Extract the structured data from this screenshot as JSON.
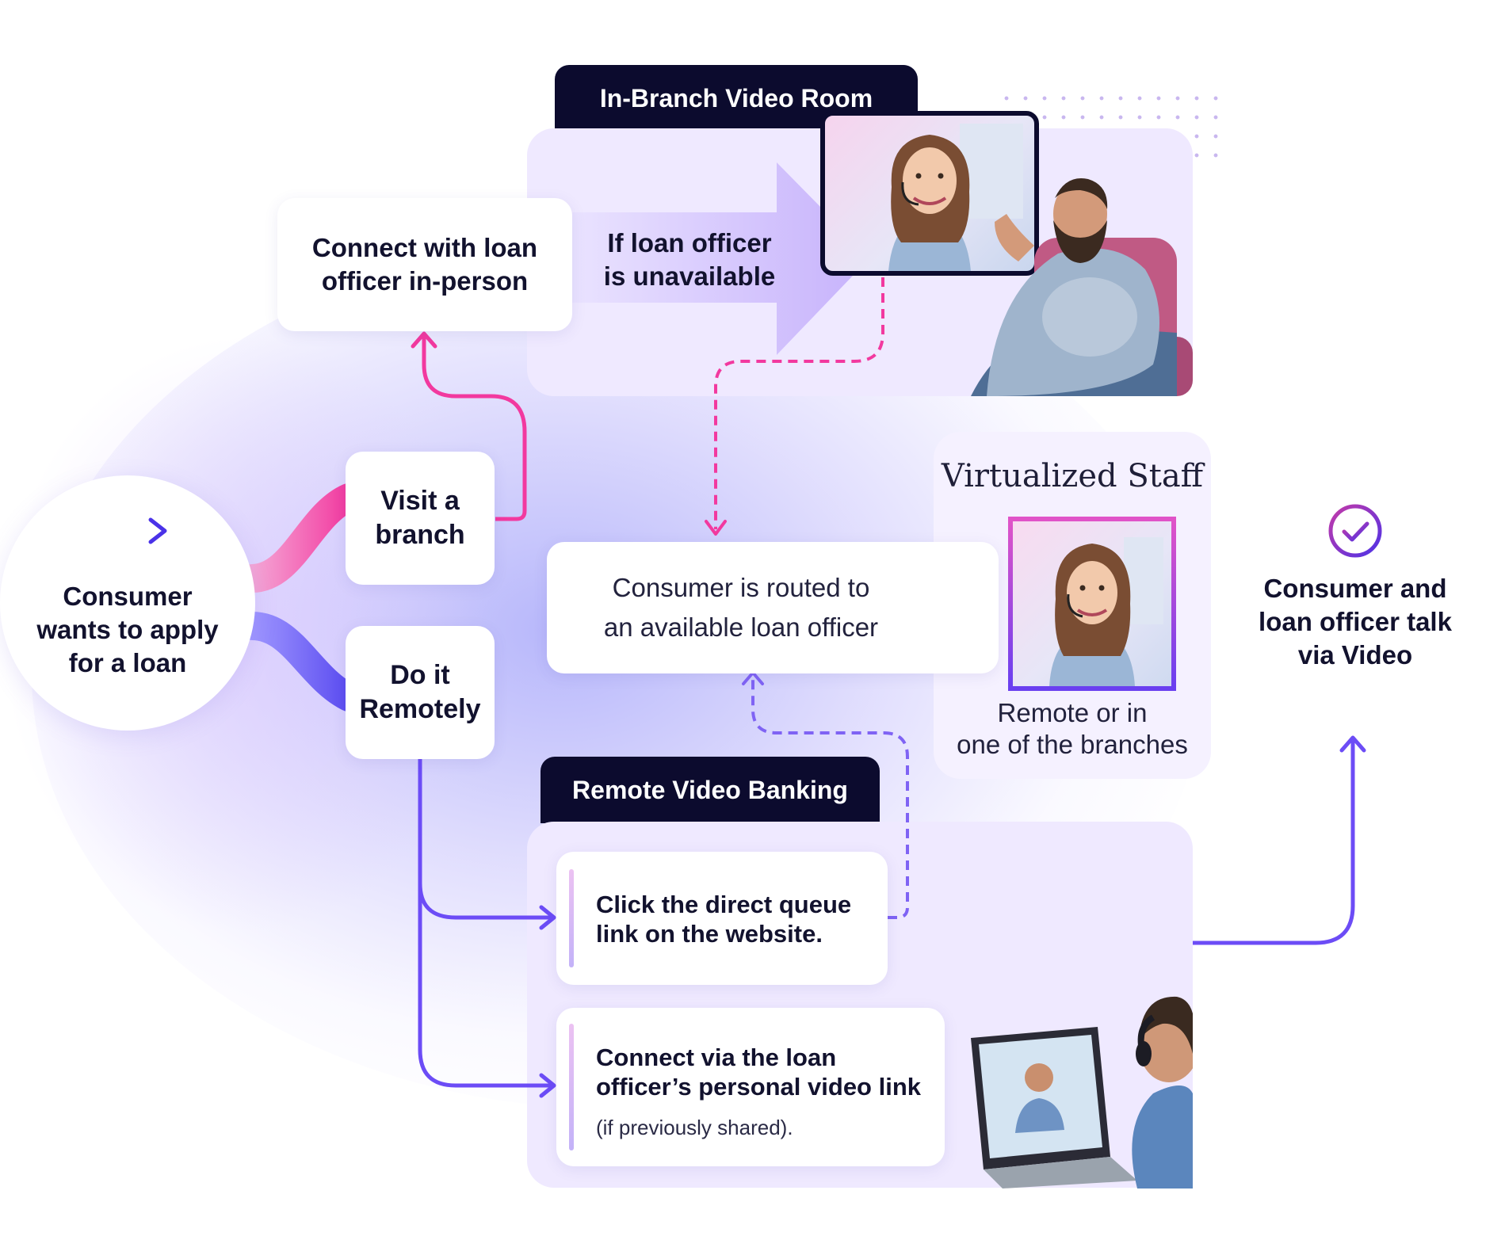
{
  "start": {
    "text": "Consumer wants to apply for a loan",
    "lines": [
      "Consumer",
      "wants to apply",
      "for a loan"
    ]
  },
  "branch": {
    "visit": {
      "lines": [
        "Visit a",
        "branch"
      ]
    },
    "remote": {
      "lines": [
        "Do it",
        "Remotely"
      ]
    }
  },
  "in_person": {
    "lines": [
      "Connect with loan",
      "officer in-person"
    ]
  },
  "in_branch": {
    "tab_label": "In-Branch Video Room",
    "condition_lines": [
      "If loan officer",
      "is unavailable"
    ]
  },
  "routing": {
    "lines": [
      "Consumer is routed to",
      "an available loan officer"
    ]
  },
  "virtual_staff": {
    "title": "Virtualized Staff",
    "caption_lines": [
      "Remote or in",
      "one of the branches"
    ]
  },
  "remote_banking": {
    "tab_label": "Remote Video Banking",
    "option1_lines": [
      "Click the direct queue",
      "link on the website."
    ],
    "option2_lines": [
      "Connect via the loan",
      "officer’s personal video link"
    ],
    "option2_note": "(if previously shared)."
  },
  "outcome": {
    "lines": [
      "Consumer and",
      "loan officer talk",
      "via Video"
    ]
  },
  "icons": {
    "start": "arrow-right-icon",
    "outcome": "check-circle-icon",
    "officer": "loan-officer-photo",
    "consumer": "consumer-photo",
    "laptop": "laptop-user-photo"
  },
  "colors": {
    "pink": "#f2399f",
    "violet": "#6c4cf6",
    "navy": "#0c0b2e",
    "lavender": "#efe9ff"
  }
}
